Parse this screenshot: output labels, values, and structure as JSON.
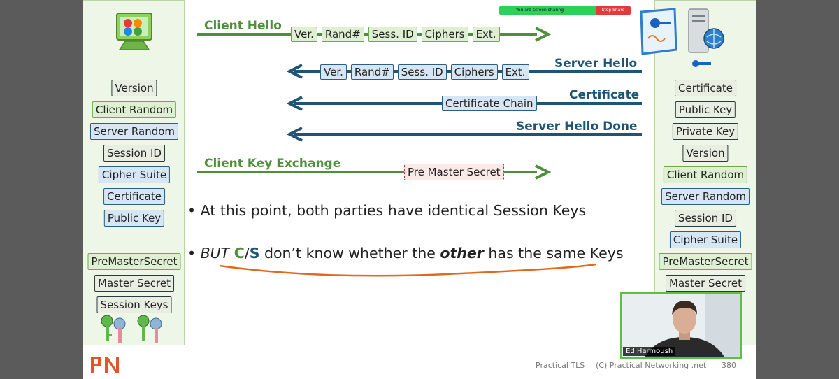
{
  "messages": {
    "client_hello": {
      "label": "Client Hello",
      "fields": [
        "Ver.",
        "Rand#",
        "Sess. ID",
        "Ciphers",
        "Ext."
      ]
    },
    "server_hello": {
      "label": "Server Hello",
      "fields": [
        "Ver.",
        "Rand#",
        "Sess. ID",
        "Ciphers",
        "Ext."
      ]
    },
    "certificate": {
      "label": "Certificate",
      "field": "Certificate Chain"
    },
    "server_hello_done": {
      "label": "Server Hello Done"
    },
    "client_key_exchange": {
      "label": "Client Key Exchange",
      "field": "Pre Master Secret"
    }
  },
  "client_items": [
    {
      "label": "Version",
      "style": "dark"
    },
    {
      "label": "Client Random",
      "style": "green"
    },
    {
      "label": "Server Random",
      "style": "blue"
    },
    {
      "label": "Session ID",
      "style": "dark"
    },
    {
      "label": "Cipher Suite",
      "style": "blue"
    },
    {
      "label": "Certificate",
      "style": "blue"
    },
    {
      "label": "Public Key",
      "style": "blue"
    },
    {
      "label": "PreMasterSecret",
      "style": "green"
    },
    {
      "label": "Master Secret",
      "style": "dark"
    },
    {
      "label": "Session Keys",
      "style": "dark"
    }
  ],
  "server_items": [
    {
      "label": "Certificate",
      "style": "dark"
    },
    {
      "label": "Public Key",
      "style": "dark"
    },
    {
      "label": "Private Key",
      "style": "dark"
    },
    {
      "label": "Version",
      "style": "dark"
    },
    {
      "label": "Client Random",
      "style": "green"
    },
    {
      "label": "Server Random",
      "style": "blue"
    },
    {
      "label": "Session ID",
      "style": "dark"
    },
    {
      "label": "Cipher Suite",
      "style": "blue"
    },
    {
      "label": "PreMasterSecret",
      "style": "green"
    },
    {
      "label": "Master Secret",
      "style": "dark"
    }
  ],
  "bullets": {
    "first": "At this point, both parties have identical Session Keys",
    "second_prefix": "BUT ",
    "second_c": "C",
    "second_slash": "/",
    "second_s": "S",
    "second_mid": " don’t know whether the ",
    "second_other": "other",
    "second_end": " has the same Keys"
  },
  "screen_share": {
    "text": "You are screen sharing",
    "stop_label": "Stop Share"
  },
  "webcam": {
    "name": "Ed Harmoush"
  },
  "footer": {
    "course": "Practical TLS",
    "copyright": "(C) Practical Networking .net",
    "page": "380"
  },
  "colors": {
    "green": "#4d8f3a",
    "blue": "#1f5477",
    "orange": "#e06a1c",
    "red": "#cc2b2b"
  }
}
